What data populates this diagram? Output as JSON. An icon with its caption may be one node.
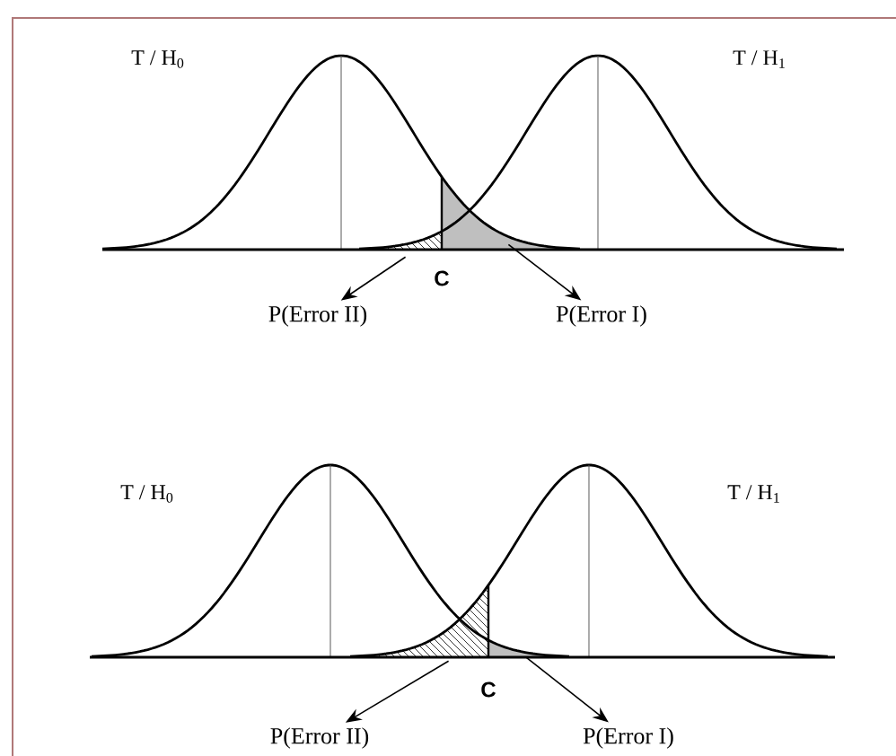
{
  "diagram": {
    "nodes": [
      {
        "text": [],
        "shape": "region"
      },
      {
        "text": [],
        "shape": "region"
      },
      {
        "text": [
          "P(Error II)"
        ]
      },
      {
        "text": [
          "P(Error I)"
        ]
      },
      {
        "text": [],
        "shape": "region"
      },
      {
        "text": [],
        "shape": "region"
      },
      {
        "text": [
          "P(Error II)"
        ]
      },
      {
        "text": [
          "P(Error I)"
        ]
      }
    ],
    "edges": [
      {
        "from": 0,
        "to": 2,
        "arrow": "to"
      },
      {
        "from": 1,
        "to": 3,
        "arrow": "to"
      },
      {
        "from": 4,
        "to": 6,
        "arrow": "to"
      },
      {
        "from": 5,
        "to": 7,
        "arrow": "to"
      }
    ],
    "labels": [
      "T / H$_{0}$",
      "T / H$_{1}$",
      "C",
      "T / H$_{0}$",
      "T / H$_{1}$",
      "C"
    ]
  }
}
